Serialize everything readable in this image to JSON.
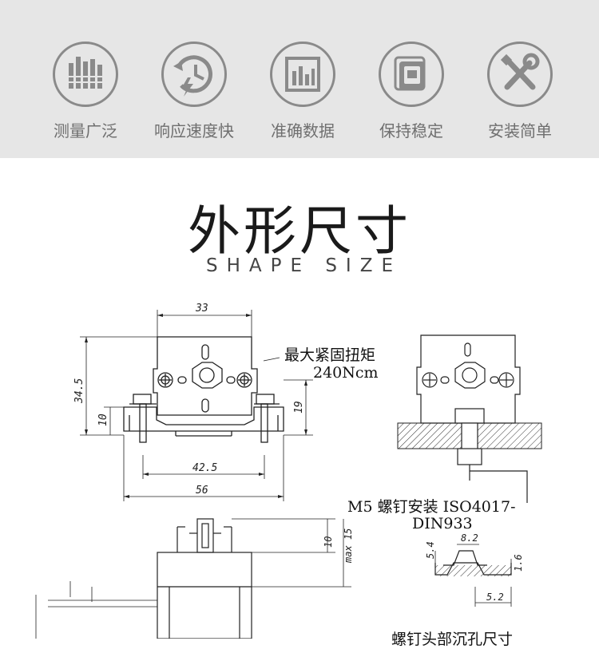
{
  "features": [
    {
      "icon": "measurement-bars-icon",
      "label": "测量广泛"
    },
    {
      "icon": "fast-response-clock-icon",
      "label": "响应速度快"
    },
    {
      "icon": "accurate-data-chart-icon",
      "label": "准确数据"
    },
    {
      "icon": "stable-device-icon",
      "label": "保持稳定"
    },
    {
      "icon": "tools-wrench-screwdriver-icon",
      "label": "安装简单"
    }
  ],
  "section": {
    "title": "外形尺寸",
    "subtitle": "SHAPE SIZE"
  },
  "drawing": {
    "dimensions": {
      "width_top": "33",
      "height_total": "34.5",
      "height_base": "10",
      "height_hole": "19",
      "hole_span": "42.5",
      "width_total": "56",
      "side_10": "10",
      "side_max15": "max 15",
      "slot_82": "8.2",
      "slot_54": "5.4",
      "slot_16": "1.6",
      "slot_52": "5.2"
    },
    "torque_label": "最大紧固扭矩",
    "torque_value": "240Ncm",
    "screw_label_line1": "M5 螺钉安装 ISO4017-",
    "screw_label_line2": "DIN933",
    "counterbore_label": "螺钉头部沉孔尺寸"
  }
}
